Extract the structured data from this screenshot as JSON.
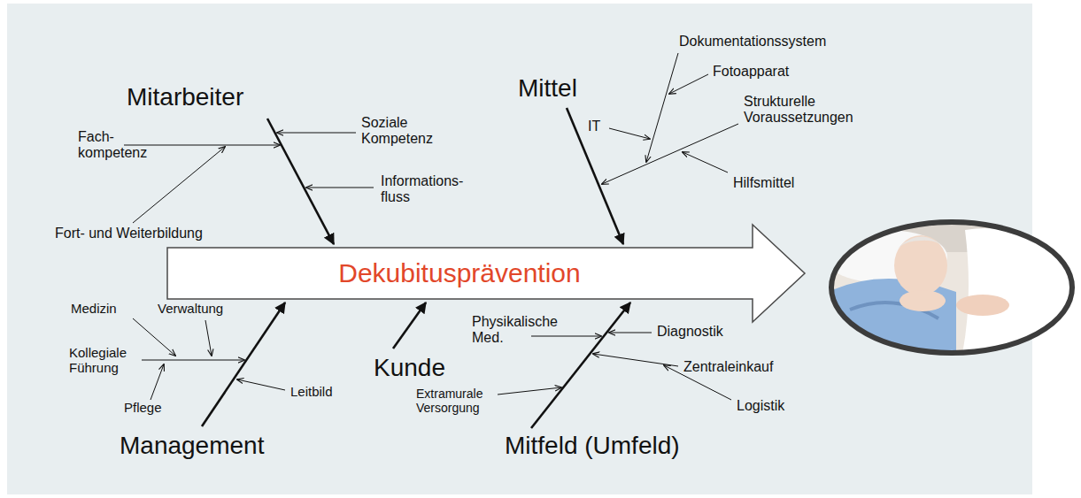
{
  "diagram": {
    "nodes": [
      {
        "text": [
          "Dekubitusprävention"
        ]
      }
    ],
    "labels": [
      "Mitarbeiter",
      "Fach- kompetenz",
      "Soziale Kompetenz",
      "Informations- fluss",
      "Fort- und Weiterbildung",
      "Mittel",
      "Dokumentationssystem",
      "Fotoapparat",
      "Strukturelle Voraussetzungen",
      "IT",
      "Hilfsmittel",
      "Medizin",
      "Verwaltung",
      "Kollegiale Führung",
      "Pflege",
      "Leitbild",
      "Management",
      "Kunde",
      "Physikalische Med.",
      "Extramurale Versorgung",
      "Diagnostik",
      "Zentraleinkauf",
      "Logistik",
      "Mitfeld (Umfeld)"
    ]
  }
}
